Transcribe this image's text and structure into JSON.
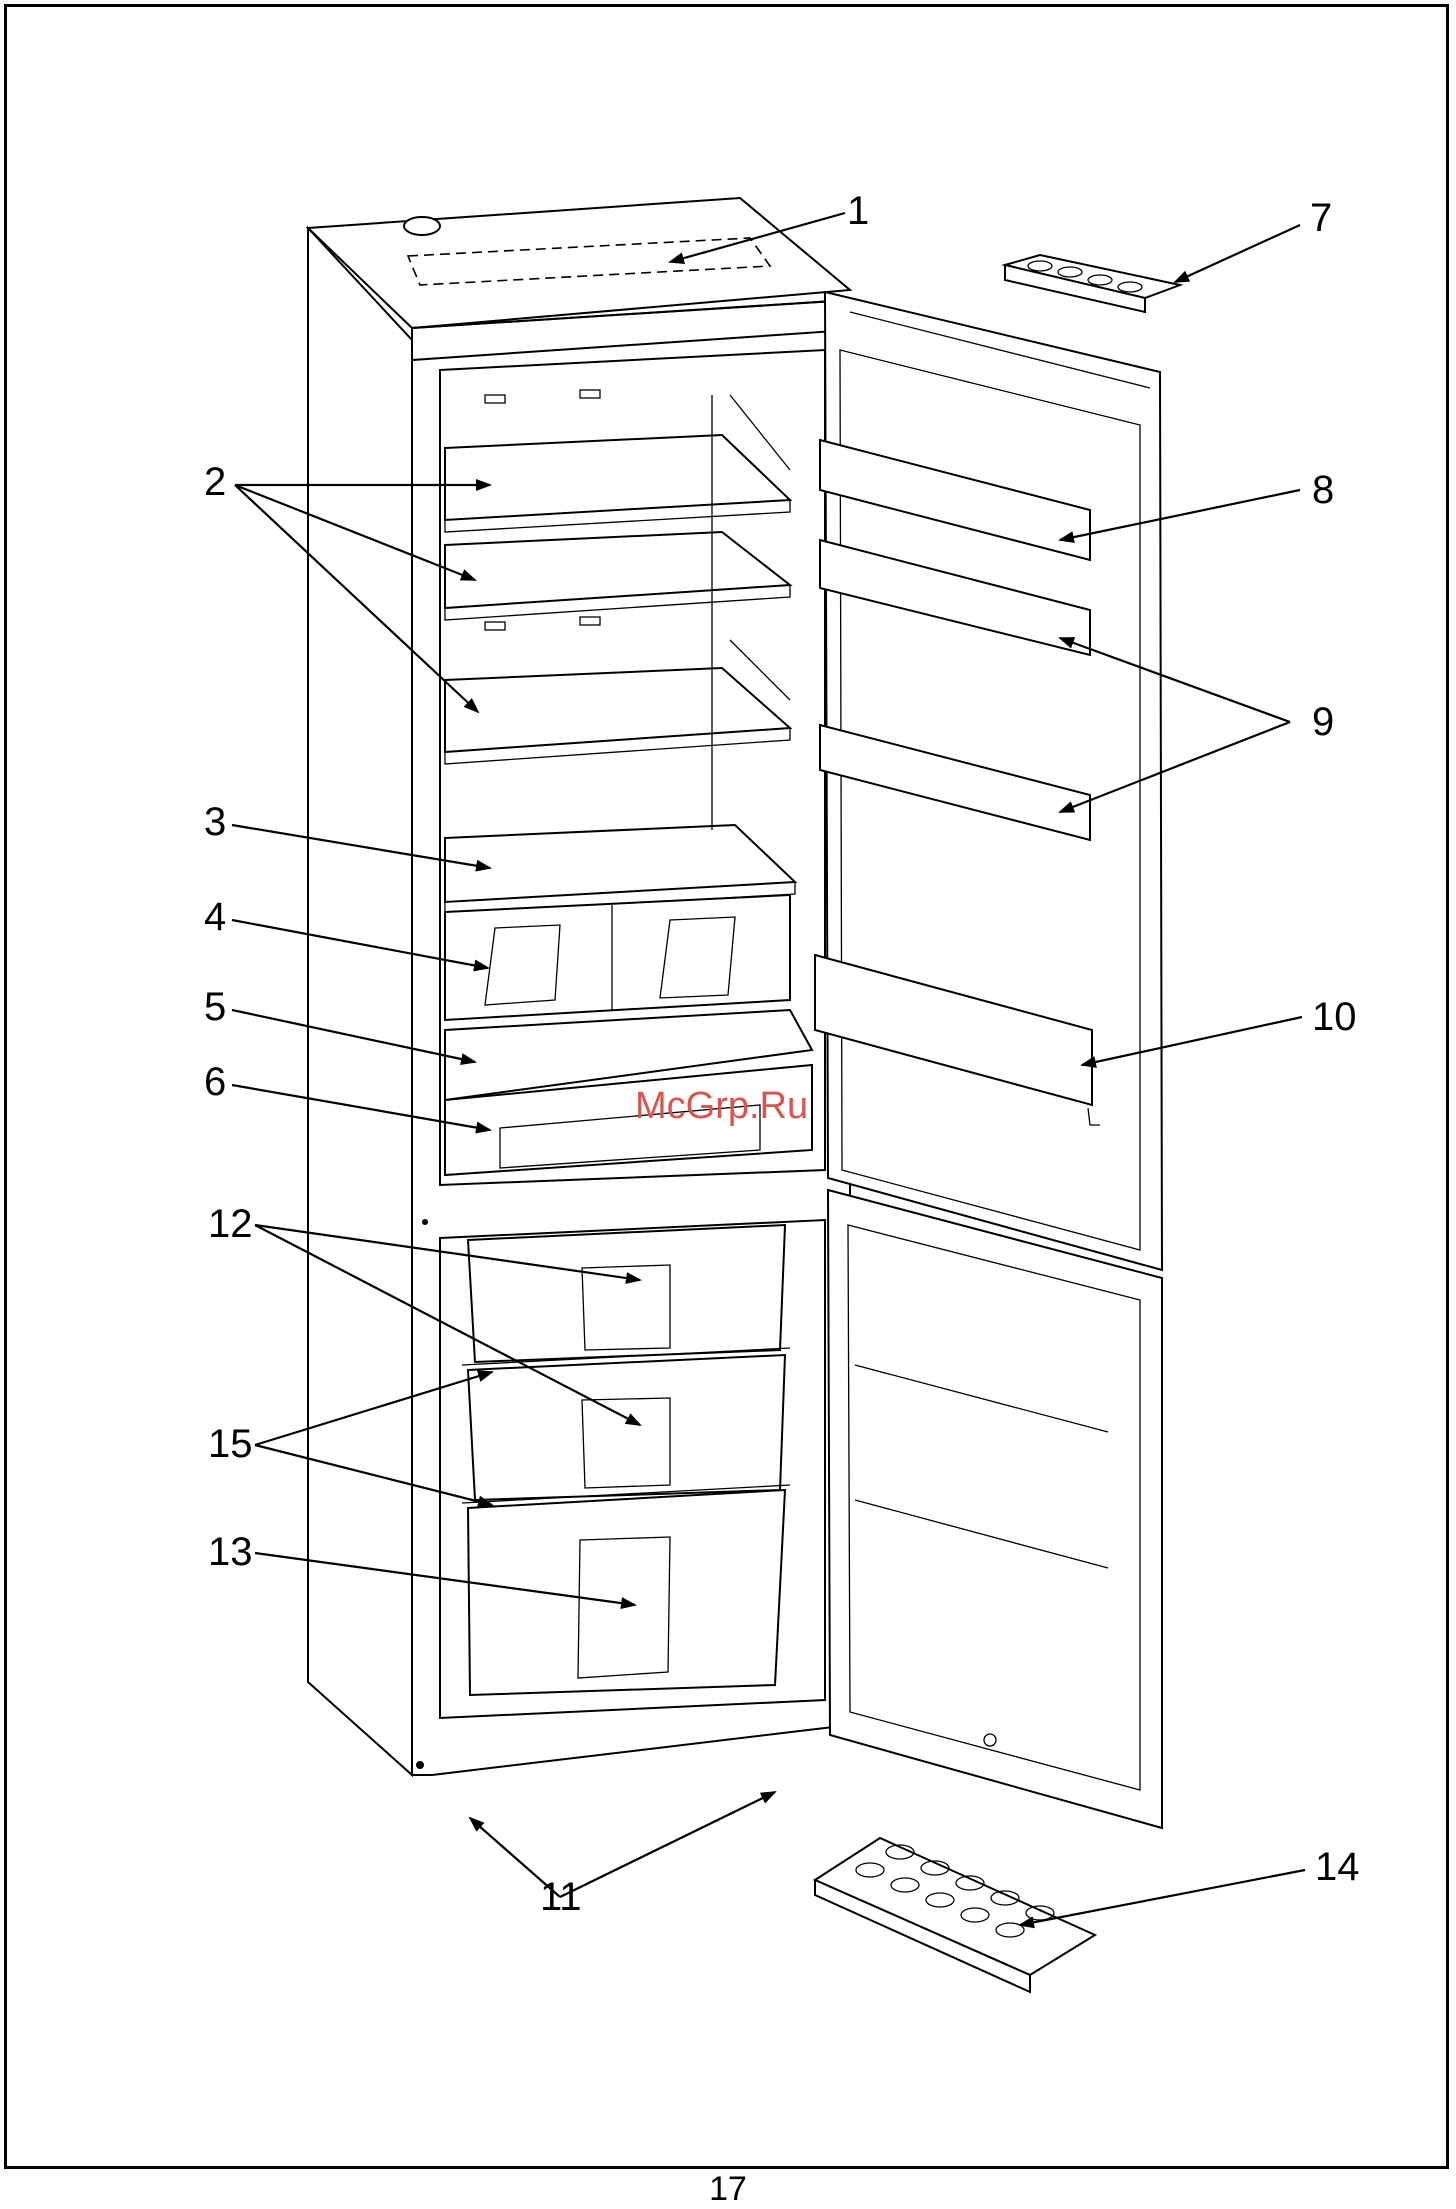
{
  "callouts": [
    {
      "id": "1",
      "label": "1"
    },
    {
      "id": "2",
      "label": "2"
    },
    {
      "id": "3",
      "label": "3"
    },
    {
      "id": "4",
      "label": "4"
    },
    {
      "id": "5",
      "label": "5"
    },
    {
      "id": "6",
      "label": "6"
    },
    {
      "id": "7",
      "label": "7"
    },
    {
      "id": "8",
      "label": "8"
    },
    {
      "id": "9",
      "label": "9"
    },
    {
      "id": "10",
      "label": "10"
    },
    {
      "id": "11",
      "label": "11"
    },
    {
      "id": "12",
      "label": "12"
    },
    {
      "id": "13",
      "label": "13"
    },
    {
      "id": "14",
      "label": "14"
    },
    {
      "id": "15",
      "label": "15"
    }
  ],
  "watermark": "McGrp.Ru",
  "page_number": "17"
}
